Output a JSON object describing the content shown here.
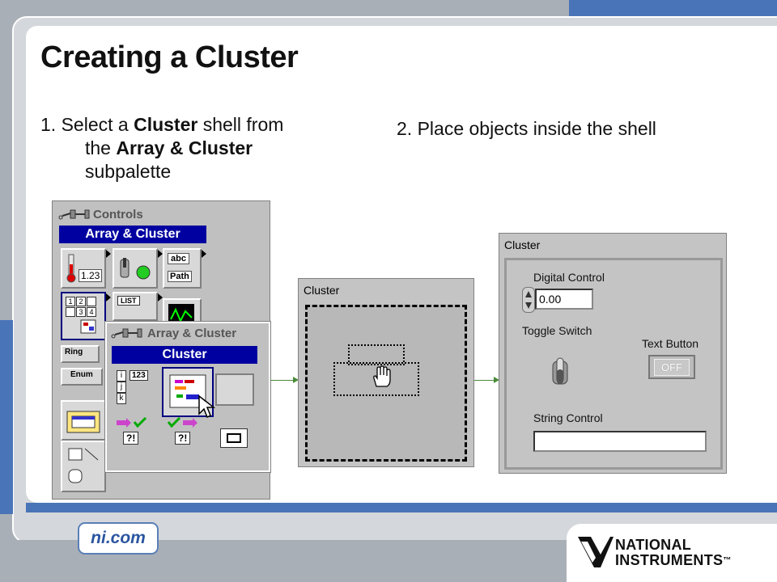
{
  "slide": {
    "title": "Creating a Cluster",
    "step1": {
      "prefix": "1. Select a ",
      "bold1": "Cluster",
      "middle": " shell from",
      "line2_prefix": "the ",
      "bold2": "Array & Cluster",
      "line3": "subpalette"
    },
    "step2": "2. Place objects inside the shell"
  },
  "palette": {
    "title": "Controls",
    "header": "Array & Cluster",
    "tile_labels": [
      "1.23",
      "abc",
      "Path",
      "LIST",
      "Ring",
      "Enum"
    ],
    "array_cells": [
      "1",
      "2",
      "3",
      "4"
    ]
  },
  "subpalette": {
    "title": "Array & Cluster",
    "header": "Cluster",
    "tile_labels": [
      "123",
      "?!",
      "?!"
    ],
    "index_letters": [
      "i",
      "j",
      "k"
    ]
  },
  "cluster_shell": {
    "title": "Cluster"
  },
  "cluster_filled": {
    "title": "Cluster",
    "digital_label": "Digital Control",
    "digital_value": "0.00",
    "toggle_label": "Toggle Switch",
    "text_button_label": "Text Button",
    "text_button_value": "OFF",
    "string_label": "String Control",
    "string_value": ""
  },
  "footer": {
    "site": "ni.com",
    "brand_line1": "NATIONAL",
    "brand_line2": "INSTRUMENTS",
    "trademark": "™"
  },
  "colors": {
    "accent_blue": "#4a74b8",
    "lv_blue_bar": "#0000a0",
    "arrow_green": "#4a8a3a"
  }
}
